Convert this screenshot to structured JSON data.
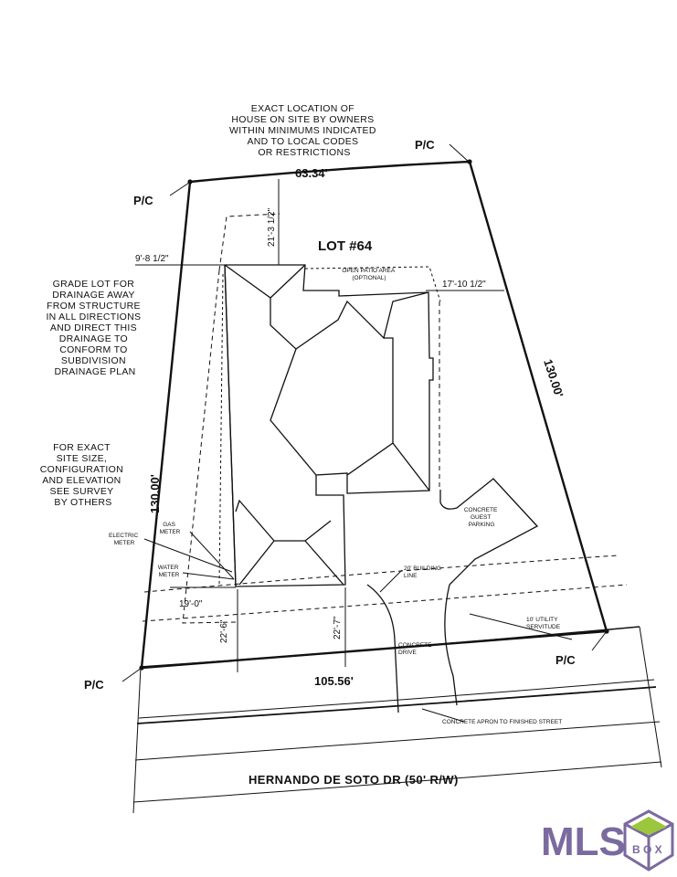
{
  "notes": {
    "house_location": [
      "EXACT LOCATION OF",
      "HOUSE ON SITE BY OWNERS",
      "WITHIN MINIMUMS INDICATED",
      "AND TO LOCAL CODES",
      "OR RESTRICTIONS"
    ],
    "grade_lot": [
      "GRADE LOT FOR",
      "DRAINAGE AWAY",
      "FROM STRUCTURE",
      "IN ALL DIRECTIONS",
      "AND DIRECT THIS",
      "DRAINAGE TO",
      "CONFORM TO",
      "SUBDIVISION",
      "DRAINAGE PLAN"
    ],
    "exact_site": [
      "FOR EXACT",
      "SITE SIZE,",
      "CONFIGURATION",
      "AND ELEVATION",
      "SEE SURVEY",
      "BY OTHERS"
    ]
  },
  "lot_label": "LOT #64",
  "corners": {
    "top_left": "P/C",
    "top_right": "P/C",
    "bottom_left": "P/C",
    "bottom_right": "P/C"
  },
  "dimensions": {
    "top": "63.34'",
    "bottom": "105.56'",
    "left": "130.00'",
    "right": "130.00'",
    "rear_setback": "21'-3 1/2\"",
    "left_offset": "9'-8 1/2\"",
    "right_offset": "17'-10 1/2\"",
    "front_left_offset": "19'-0\"",
    "front_setback_left": "22'-6\"",
    "front_setback_right": "22'-7\""
  },
  "labels": {
    "patio": [
      "OPEN PATIO AREA",
      "(OPTIONAL)"
    ],
    "gas_meter": [
      "GAS",
      "METER"
    ],
    "electric_meter": [
      "ELECTRIC",
      "METER"
    ],
    "water_meter": [
      "WATER",
      "METER"
    ],
    "guest_parking": [
      "CONCRETE",
      "GUEST",
      "PARKING"
    ],
    "building_line": [
      "20' BUILDING",
      "LINE"
    ],
    "servitude": [
      "10' UTILITY",
      "SERVITUDE"
    ],
    "drive": [
      "CONCRETE",
      "DRIVE"
    ],
    "apron": "CONCRETE APRON TO FINISHED STREET"
  },
  "street": "HERNANDO DE SOTO DR (50' R/W)",
  "logo": {
    "text": "MLS",
    "box_letters": "B O X"
  },
  "colors": {
    "line": "#111111",
    "logo_purple": "#7b6a9f",
    "logo_green": "#9cc63b"
  }
}
